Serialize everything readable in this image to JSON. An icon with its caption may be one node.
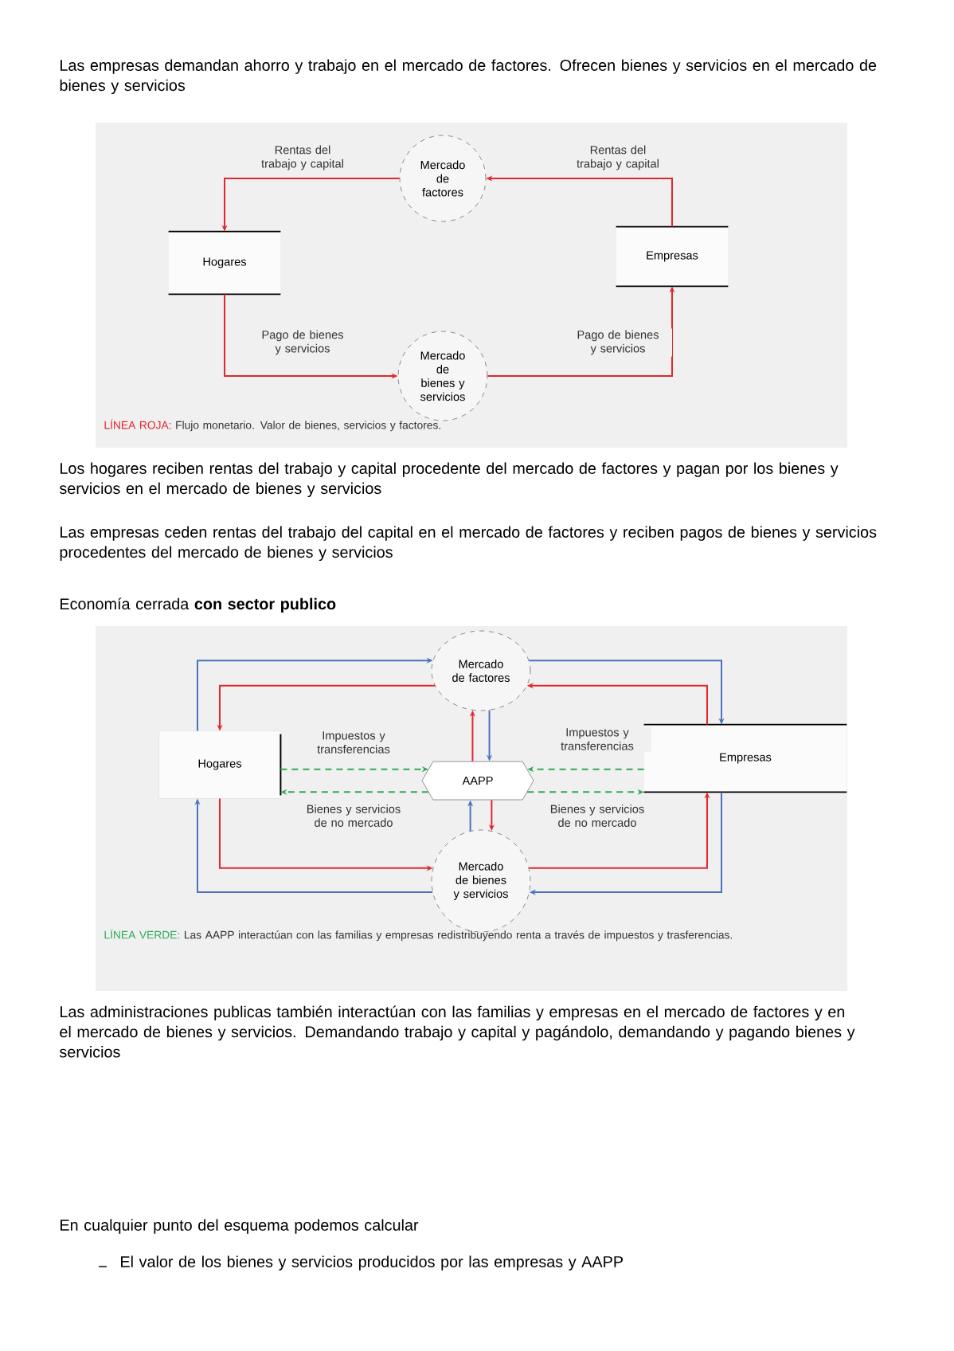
{
  "diagram": {
    "nodes": [
      {
        "text": [
          "Mercado de factores"
        ]
      },
      {
        "text": [
          "Hogares"
        ]
      },
      {
        "text": [
          "Empresas"
        ]
      },
      {
        "text": [
          "Mercado de bienes y servicios"
        ]
      },
      {
        "text": [
          "Mercado de factores"
        ]
      },
      {
        "text": [
          "Hogares"
        ]
      },
      {
        "text": [
          "Empresas"
        ]
      },
      {
        "text": [
          "AAPP"
        ]
      },
      {
        "text": [
          "Mercado de bienes y servicios"
        ]
      }
    ],
    "edges": [
      {
        "from": 0,
        "to": 1,
        "arrow": "to",
        "label": "Rentas del trabajo y capital"
      },
      {
        "from": 2,
        "to": 0,
        "arrow": "to",
        "label": "Rentas del trabajo y capital"
      },
      {
        "from": 1,
        "to": 3,
        "arrow": "to",
        "label": "Pago de bienes y servicios"
      },
      {
        "from": 3,
        "to": 2,
        "arrow": "to",
        "label": "Pago de bienes y servicios"
      },
      {
        "from": 4,
        "to": 5,
        "arrow": "to"
      },
      {
        "from": 6,
        "to": 4,
        "arrow": "to"
      },
      {
        "from": 5,
        "to": 8,
        "arrow": "to"
      },
      {
        "from": 8,
        "to": 6,
        "arrow": "to"
      },
      {
        "from": 7,
        "to": 4,
        "arrow": "to"
      },
      {
        "from": 7,
        "to": 8,
        "arrow": "to"
      },
      {
        "from": 5,
        "to": 4,
        "arrow": "to",
        "color": "#4a72c0"
      },
      {
        "from": 4,
        "to": 6,
        "arrow": "to",
        "color": "#4a72c0"
      },
      {
        "from": 6,
        "to": 8,
        "arrow": "to",
        "color": "#4a72c0"
      },
      {
        "from": 8,
        "to": 5,
        "arrow": "to",
        "color": "#4a72c0"
      },
      {
        "from": 4,
        "to": 7,
        "arrow": "to",
        "color": "#4a72c0"
      },
      {
        "from": 8,
        "to": 7,
        "arrow": "to",
        "color": "#4a72c0"
      },
      {
        "from": 5,
        "to": 7,
        "arrow": "to",
        "label": "Impuestos y transferencias",
        "style": "dashed",
        "color": "#2eaa55"
      },
      {
        "from": 7,
        "to": 5,
        "arrow": "to",
        "label": "Bienes y servicios de no mercado",
        "style": "dashed",
        "color": "#2eaa55"
      },
      {
        "from": 6,
        "to": 7,
        "arrow": "to",
        "label": "Impuestos y transferencias",
        "style": "dashed",
        "color": "#2eaa55"
      },
      {
        "from": 7,
        "to": 6,
        "arrow": "to",
        "label": "Bienes y servicios de no mercado",
        "style": "dashed",
        "color": "#2eaa55"
      }
    ],
    "labels": [
      "Las empresas demandan ahorro y trabajo en el mercado de factores. Ofrecen bienes y servicios en el mercado de bienes y servicios",
      "LÍNEA ROJA:",
      "Flujo monetario. Valor de bienes, servicios y factores.",
      "Los hogares reciben rentas del trabajo y capital procedente del mercado de factores y pagan por los bienes y servicios en el mercado de bienes y servicios",
      "Las empresas ceden rentas del trabajo del capital en el mercado de factores y reciben pagos de bienes y servicios procedentes del mercado de bienes y servicios",
      "Economía cerrada **con sector publico**",
      "LÍNEA VERDE:",
      "Las AAPP interactúan con las familias y empresas redistribuyendo renta a través de impuestos y trasferencias.",
      "Las administraciones publicas también interactúan con las familias y empresas en el mercado de factores y en el mercado de bienes y servicios. Demandando trabajo y capital y pagándolo, demandando y pagando bienes y servicios",
      "En cualquier punto del esquema podemos calcular",
      "El valor de los bienes y servicios producidos por las empresas y AAPP"
    ]
  }
}
